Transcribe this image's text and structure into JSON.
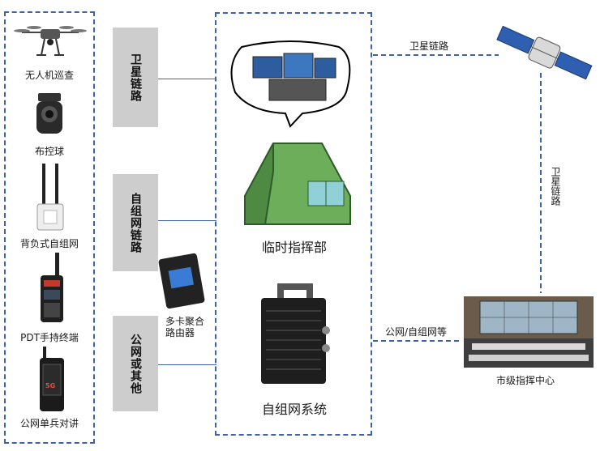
{
  "devices": {
    "drone": "无人机巡查",
    "dome_camera": "布控球",
    "backpack_mesh": "背负式自组网",
    "pdt_terminal": "PDT手持终端",
    "public_radio": "公网单兵对讲"
  },
  "links": {
    "satellite_vertical": "卫星链路",
    "mesh_vertical": "自组网链路",
    "public_vertical": "公网或其他",
    "satellite_top": "卫星链路",
    "satellite_right": "卫星链路",
    "public_bottom": "公网/自组网等"
  },
  "router_label": "多卡聚合路由器",
  "temp_command": "临时指挥部",
  "mesh_system": "自组网系统",
  "city_center": "市级指挥中心",
  "phone_screen_text": "5G"
}
